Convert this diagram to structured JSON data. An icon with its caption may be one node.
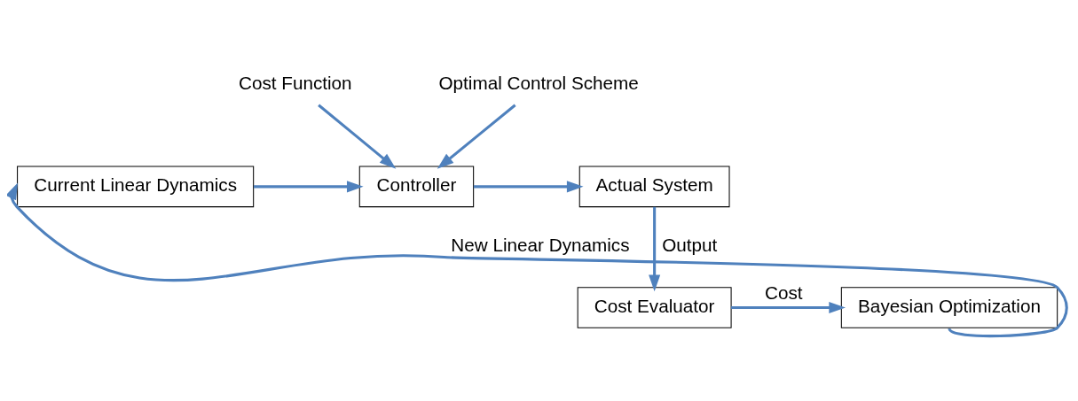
{
  "diagram": {
    "nodes": [
      {
        "text": [
          "Current Linear Dynamics"
        ]
      },
      {
        "text": [
          "Controller"
        ]
      },
      {
        "text": [
          "Actual System"
        ]
      },
      {
        "text": [
          "Cost Evaluator"
        ]
      },
      {
        "text": [
          "Bayesian Optimization"
        ]
      },
      {
        "text": [
          "Cost Function"
        ]
      },
      {
        "text": [
          "Optimal Control Scheme"
        ]
      }
    ],
    "edges": [
      {
        "from": 5,
        "to": 1,
        "arrow": "to"
      },
      {
        "from": 6,
        "to": 1,
        "arrow": "to"
      },
      {
        "from": 0,
        "to": 1,
        "arrow": "to"
      },
      {
        "from": 1,
        "to": 2,
        "arrow": "to"
      },
      {
        "from": 2,
        "to": 3,
        "arrow": "to",
        "label": "Output"
      },
      {
        "from": 3,
        "to": 4,
        "arrow": "to",
        "label": "Cost"
      },
      {
        "from": 4,
        "to": 0,
        "arrow": "to",
        "label": "New Linear Dynamics"
      }
    ]
  }
}
